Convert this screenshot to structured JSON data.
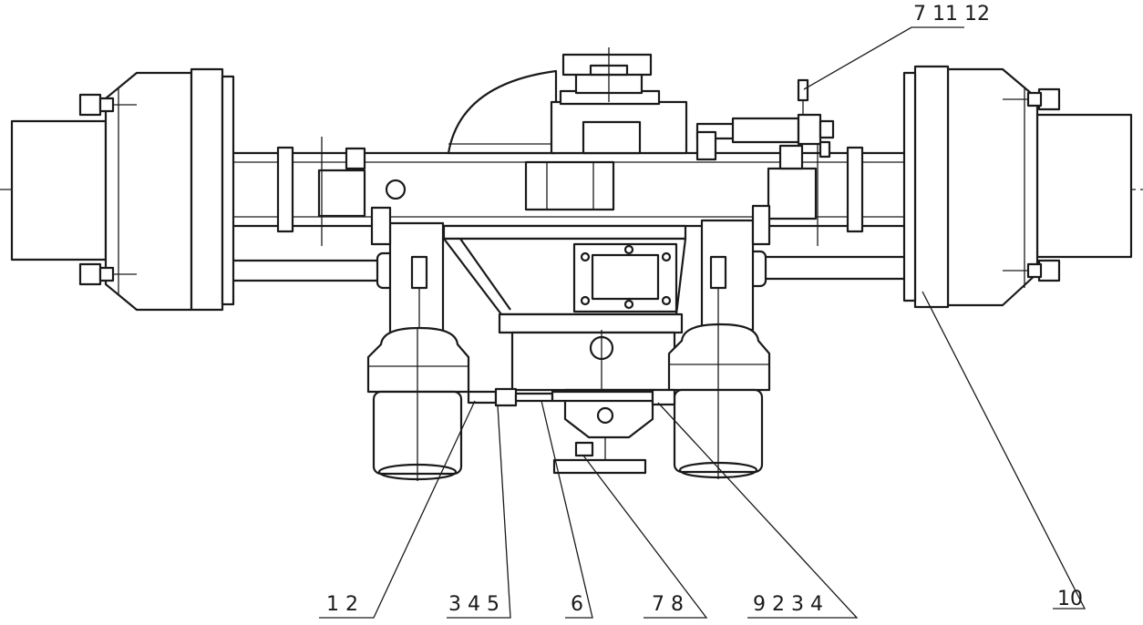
{
  "callouts": {
    "top": "7 11 12",
    "c1": "1 2",
    "c2": "3 4 5",
    "c3": "6",
    "c4": "7 8",
    "c5": "9 2 3 4",
    "c6": "10"
  }
}
